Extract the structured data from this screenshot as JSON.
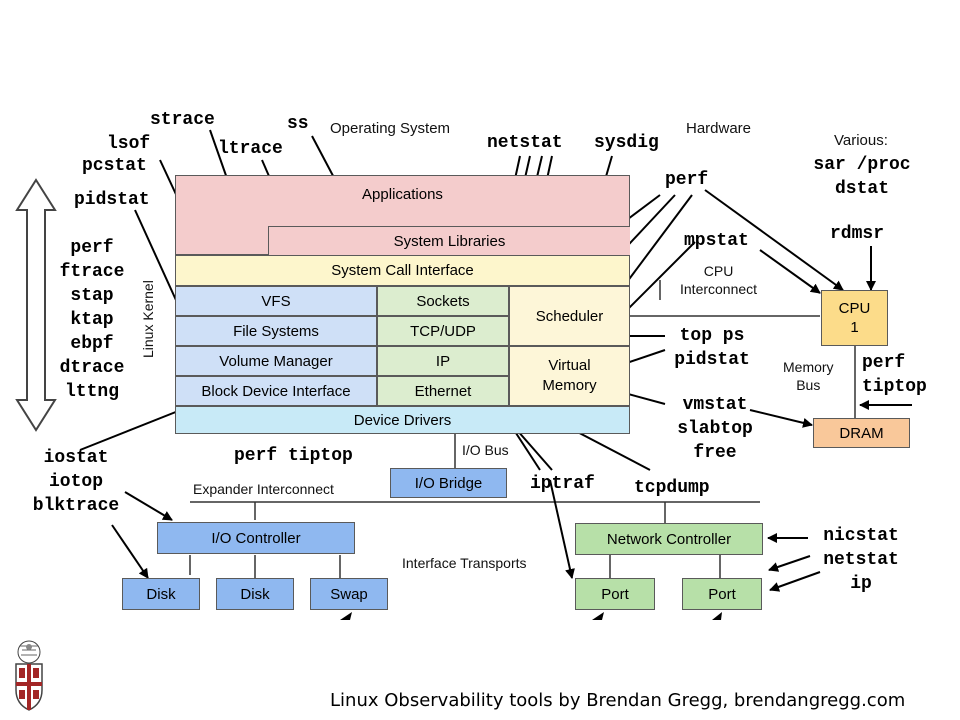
{
  "title_labels": {
    "operating_system": "Operating System",
    "hardware": "Hardware",
    "various": "Various:",
    "linux_kernel": "Linux Kernel",
    "cpu_interconnect": "CPU\nInterconnect",
    "memory_bus": "Memory\nBus",
    "io_bus": "I/O Bus",
    "expander_interconnect": "Expander Interconnect",
    "interface_transports": "Interface Transports"
  },
  "layers": {
    "applications": "Applications",
    "system_libraries": "System Libraries",
    "system_call_interface": "System Call Interface",
    "vfs": "VFS",
    "file_systems": "File Systems",
    "volume_manager": "Volume Manager",
    "block_device_interface": "Block Device Interface",
    "sockets": "Sockets",
    "tcp_udp": "TCP/UDP",
    "ip": "IP",
    "ethernet": "Ethernet",
    "scheduler": "Scheduler",
    "virtual_memory": "Virtual\nMemory",
    "device_drivers": "Device Drivers"
  },
  "hardware": {
    "cpu": "CPU\n1",
    "dram": "DRAM",
    "io_bridge": "I/O Bridge",
    "io_controller": "I/O Controller",
    "disk1": "Disk",
    "disk2": "Disk",
    "swap": "Swap",
    "network_controller": "Network Controller",
    "port1": "Port",
    "port2": "Port"
  },
  "tools": {
    "strace": "strace",
    "ss": "ss",
    "lsof": "lsof",
    "pcstat": "pcstat",
    "ltrace": "ltrace",
    "pidstat_left": "pidstat",
    "netstat_top": "netstat",
    "sysdig": "sysdig",
    "perf_top": "perf",
    "various_tools": "sar /proc\ndstat",
    "rdmsr": "rdmsr",
    "mpstat": "mpstat",
    "left_stack": "perf\nftrace\nstap\nktap\nebpf\ndtrace\nlttng",
    "top_ps_pidstat": "top ps\npidstat",
    "perf_tiptop_right": "perf\ntiptop",
    "vmstat_group": "vmstat\nslabtop\nfree",
    "iostat_group": "iostat\niotop\nblktrace",
    "perf_tiptop_mid": "perf tiptop",
    "iptraf": "iptraf",
    "tcpdump": "tcpdump",
    "nicstat_group": "nicstat\nnetstat\nip"
  },
  "caption": "Linux Observability tools by Brendan Gregg, brendangregg.com",
  "colors": {
    "applications": "#f4cccc",
    "syscall": "#fdf6cc",
    "storage": "#cfe0f7",
    "network": "#dcedcf",
    "kernel_core": "#fdf6d8",
    "device_drivers": "#c8eaf7",
    "cpu": "#fcdc8a",
    "dram": "#f9c89a",
    "io_blue": "#8fb8f0",
    "net_green": "#b7e0a8",
    "shield_red": "#a32626"
  }
}
